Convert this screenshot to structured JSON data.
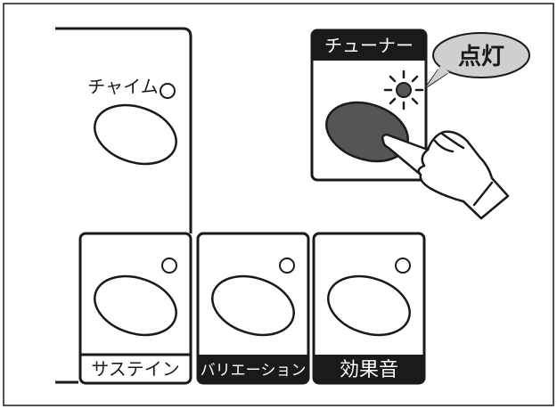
{
  "panel": {
    "chime": {
      "label": "チャイム"
    },
    "tuner": {
      "label": "チューナー"
    },
    "callout": {
      "text": "点灯"
    },
    "buttons": [
      {
        "label": "サステイン"
      },
      {
        "label": "バリエーション"
      },
      {
        "label": "効果音"
      }
    ]
  },
  "icons": [
    "indicator-lamp-icon",
    "lit-lamp-icon",
    "pointing-hand-icon",
    "speech-bubble-icon"
  ],
  "colors": {
    "stroke": "#1a1a1a",
    "label_bg": "#1a1a1a",
    "label_text_dark": "#ffffff",
    "pressed_button_fill": "#555555",
    "background": "#ffffff"
  }
}
